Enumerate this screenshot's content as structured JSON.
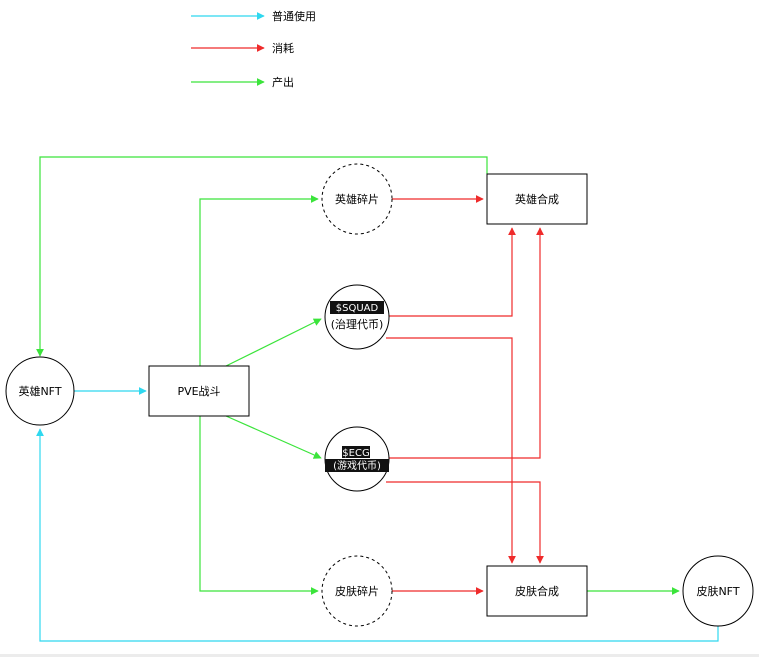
{
  "legend": [
    {
      "label": "普通使用",
      "color": "#2fd8ef"
    },
    {
      "label": "消耗",
      "color": "#ef2b2b"
    },
    {
      "label": "产出",
      "color": "#3be43b"
    }
  ],
  "nodes": {
    "hero_nft": "英雄NFT",
    "pve_battle": "PVE战斗",
    "hero_fragment": "英雄碎片",
    "hero_synthesis": "英雄合成",
    "squad_token": {
      "line1": "$SQUAD",
      "line2": "(治理代币)"
    },
    "ecg_token": {
      "line1": "$ECG",
      "line2": "(游戏代币)"
    },
    "skin_fragment": "皮肤碎片",
    "skin_synthesis": "皮肤合成",
    "skin_nft": "皮肤NFT"
  },
  "colors": {
    "use": "#2fd8ef",
    "consume": "#ef2b2b",
    "produce": "#3be43b",
    "node_stroke": "#000000",
    "label_fill": "#000000"
  }
}
